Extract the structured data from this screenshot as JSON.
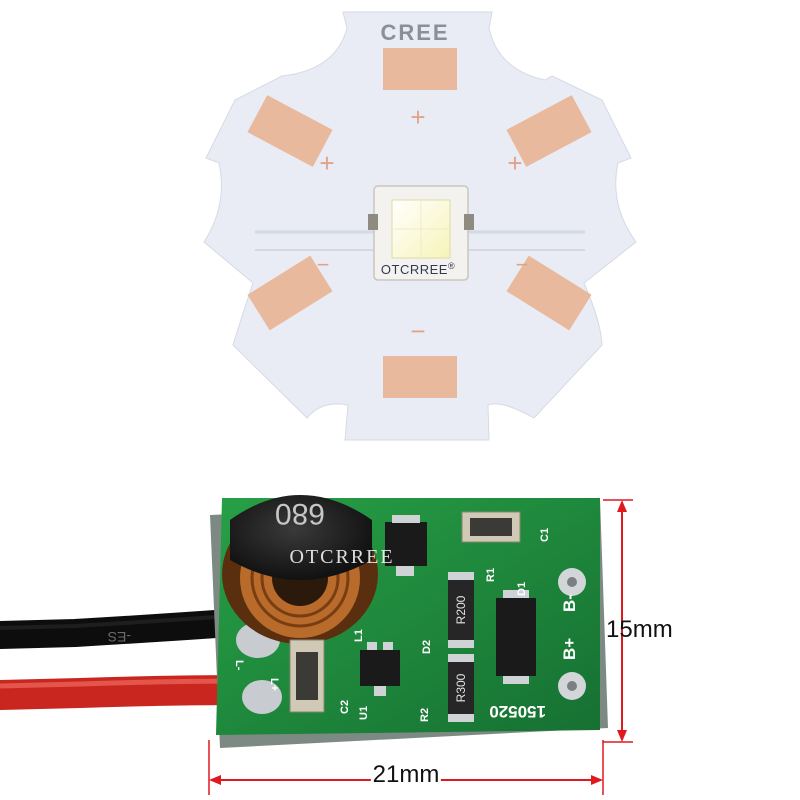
{
  "led_board": {
    "brand": "CREE",
    "watermark": "OTCRREE",
    "reg_mark": "®",
    "pad_polarity": [
      "+",
      "+",
      "+",
      "−",
      "−",
      "−"
    ]
  },
  "driver_board": {
    "inductor_marking": "680",
    "watermark": "OTCRREE",
    "wire_marking": "-ES",
    "silkscreen": {
      "c1": "C1",
      "r1": "R1",
      "d1": "D1",
      "l1": "L1",
      "d2": "D2",
      "c2": "C2",
      "u1": "U1",
      "r2": "R2",
      "l_minus": "L-",
      "l_plus": "L+",
      "b_minus": "B-",
      "b_plus": "B+",
      "date_code": "150520"
    },
    "resistor_1": "R200",
    "resistor_2": "R300"
  },
  "dimensions": {
    "height_label": "15mm",
    "width_label": "21mm"
  },
  "colors": {
    "board_white": "#e9ecf4",
    "copper_pad": "#e8b99c",
    "pcb_green": "#1f8a3a",
    "dimension_red": "#e0191e"
  }
}
